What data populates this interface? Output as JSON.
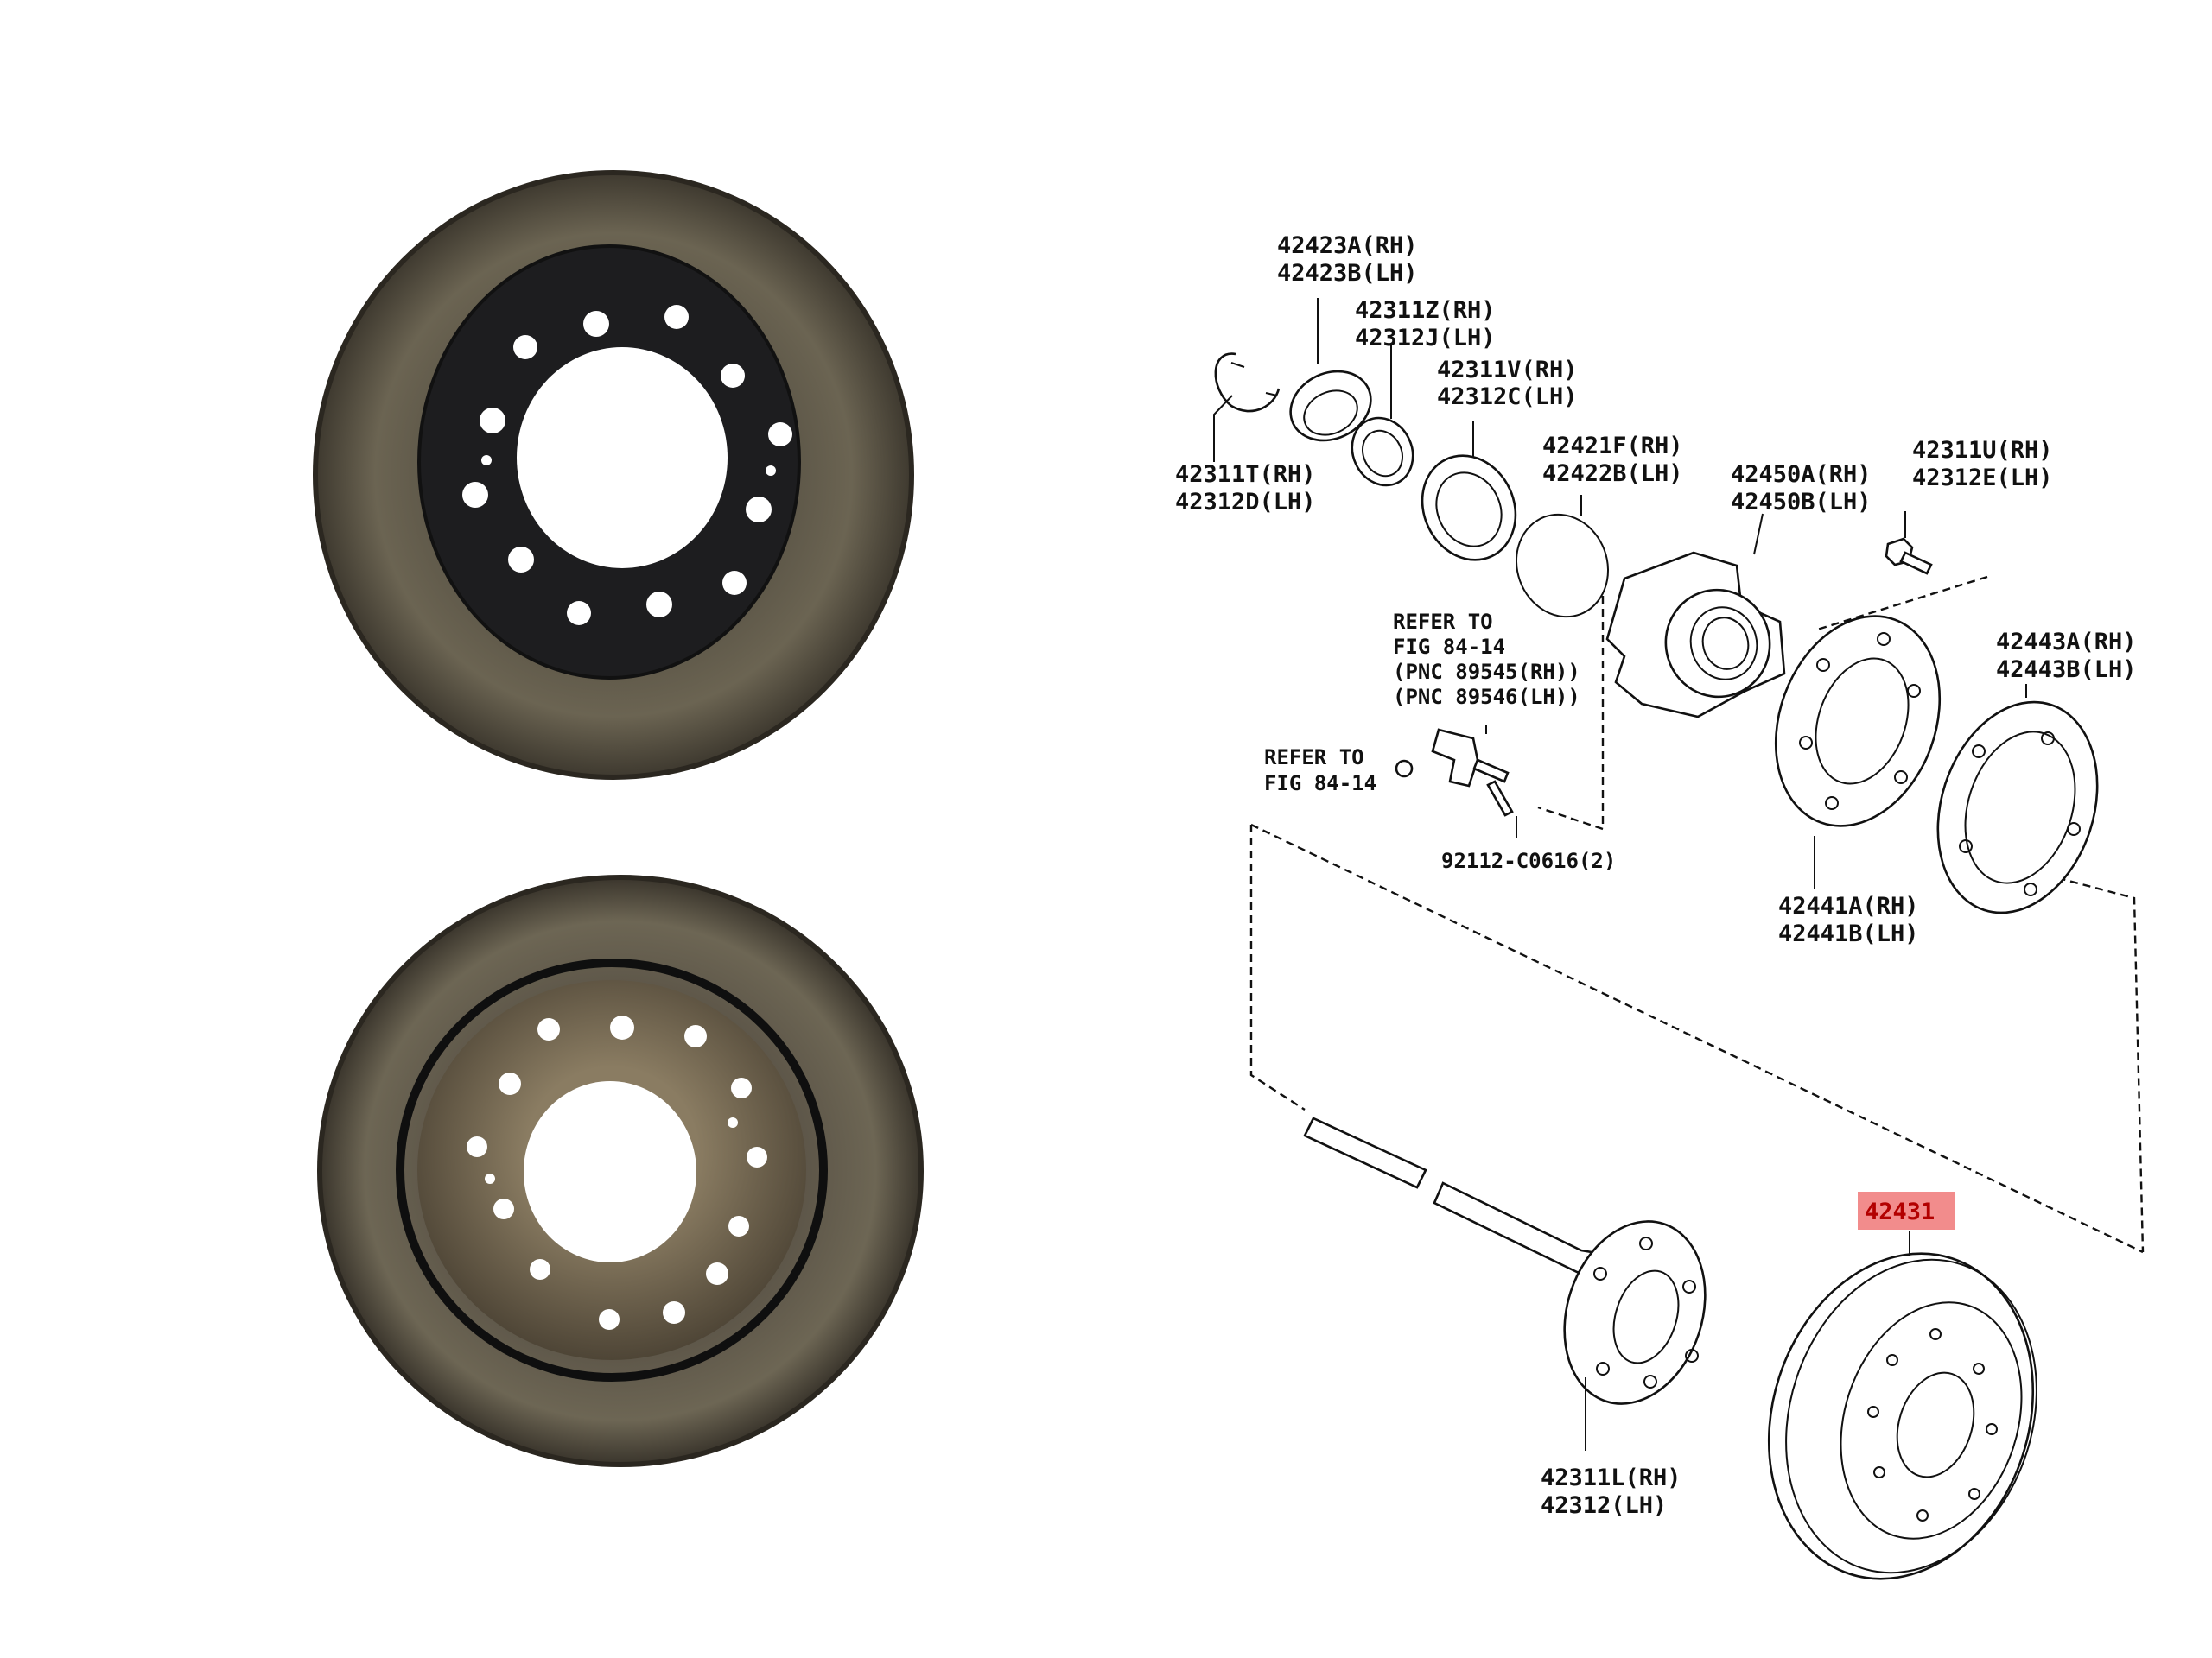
{
  "diagram": {
    "labels": {
      "p42423": [
        "42423A(RH)",
        "42423B(LH)"
      ],
      "p42311z": [
        "42311Z(RH)",
        "42312J(LH)"
      ],
      "p42311v": [
        "42311V(RH)",
        "42312C(LH)"
      ],
      "p42311t": [
        "42311T(RH)",
        "42312D(LH)"
      ],
      "p42421": [
        "42421F(RH)",
        "42422B(LH)"
      ],
      "p42450": [
        "42450A(RH)",
        "42450B(LH)"
      ],
      "p42311u": [
        "42311U(RH)",
        "42312E(LH)"
      ],
      "refer1": [
        "REFER TO",
        "FIG 84-14",
        "(PNC 89545(RH))",
        "(PNC 89546(LH))"
      ],
      "p42443": [
        "42443A(RH)",
        "42443B(LH)"
      ],
      "refer2": [
        "REFER TO",
        "FIG 84-14"
      ],
      "p92112": [
        "92112-C0616(2)"
      ],
      "p42441": [
        "42441A(RH)",
        "42441B(LH)"
      ],
      "p42311l": [
        "42311L(RH)",
        "42312(LH)"
      ]
    },
    "highlight": {
      "label": "42431",
      "color": "#f28c8c"
    }
  },
  "photos": {
    "rotor_top": {
      "hat_color": "#1c1c1e",
      "disc_color": "#4a4438"
    },
    "rotor_bottom": {
      "hat_color": "#5a5042",
      "disc_color": "#4d473b"
    }
  }
}
